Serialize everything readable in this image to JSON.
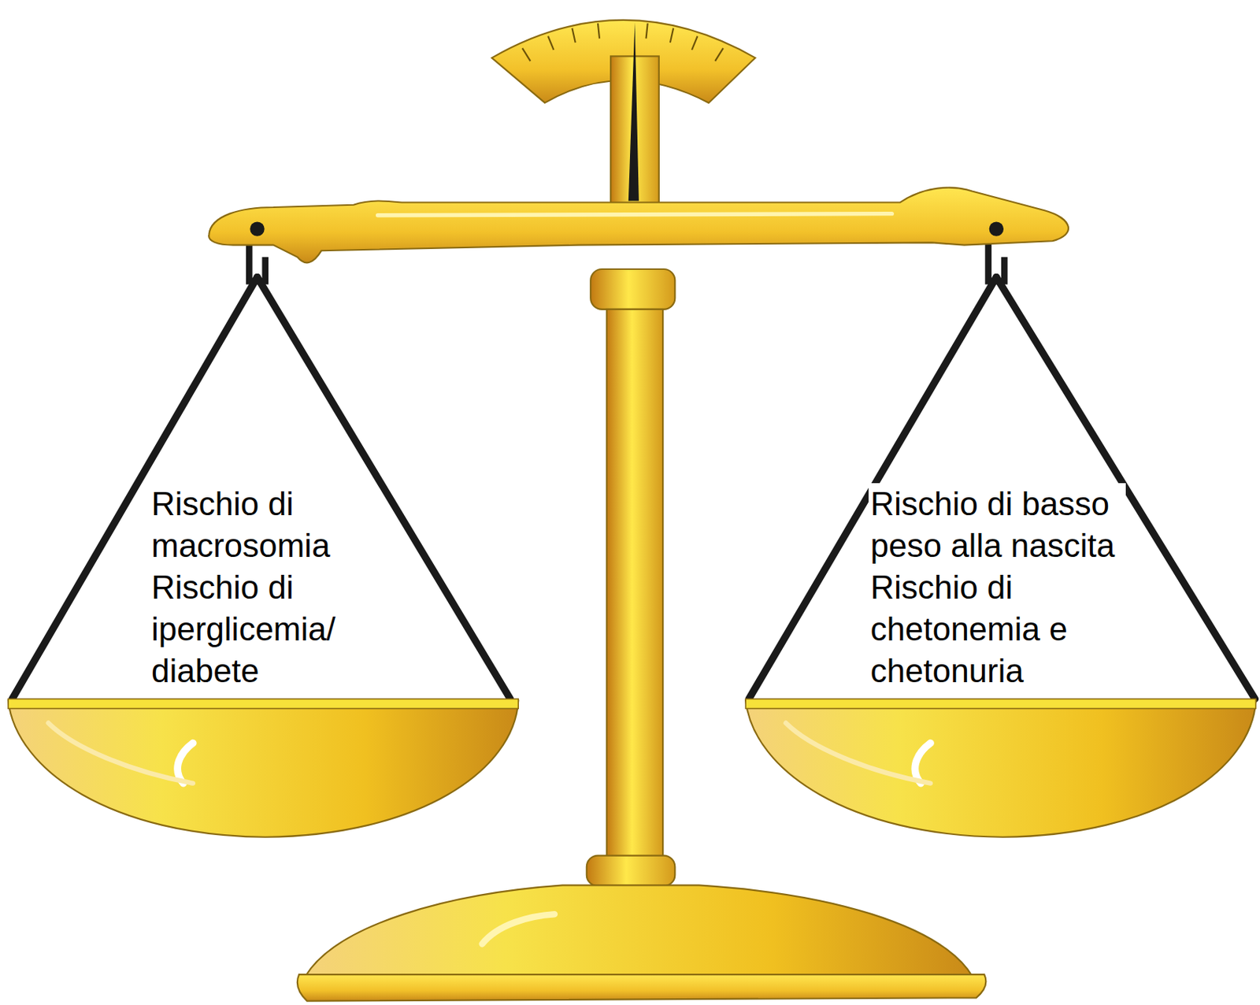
{
  "diagram": {
    "nodes": [
      {
        "text": [
          "Rischio di macrosomia",
          "Rischio di iperglicemia/ diabete"
        ]
      },
      {
        "text": [
          "Rischio di basso peso alla nascita",
          "Rischio di chetonemia e chetonuria"
        ]
      }
    ]
  }
}
